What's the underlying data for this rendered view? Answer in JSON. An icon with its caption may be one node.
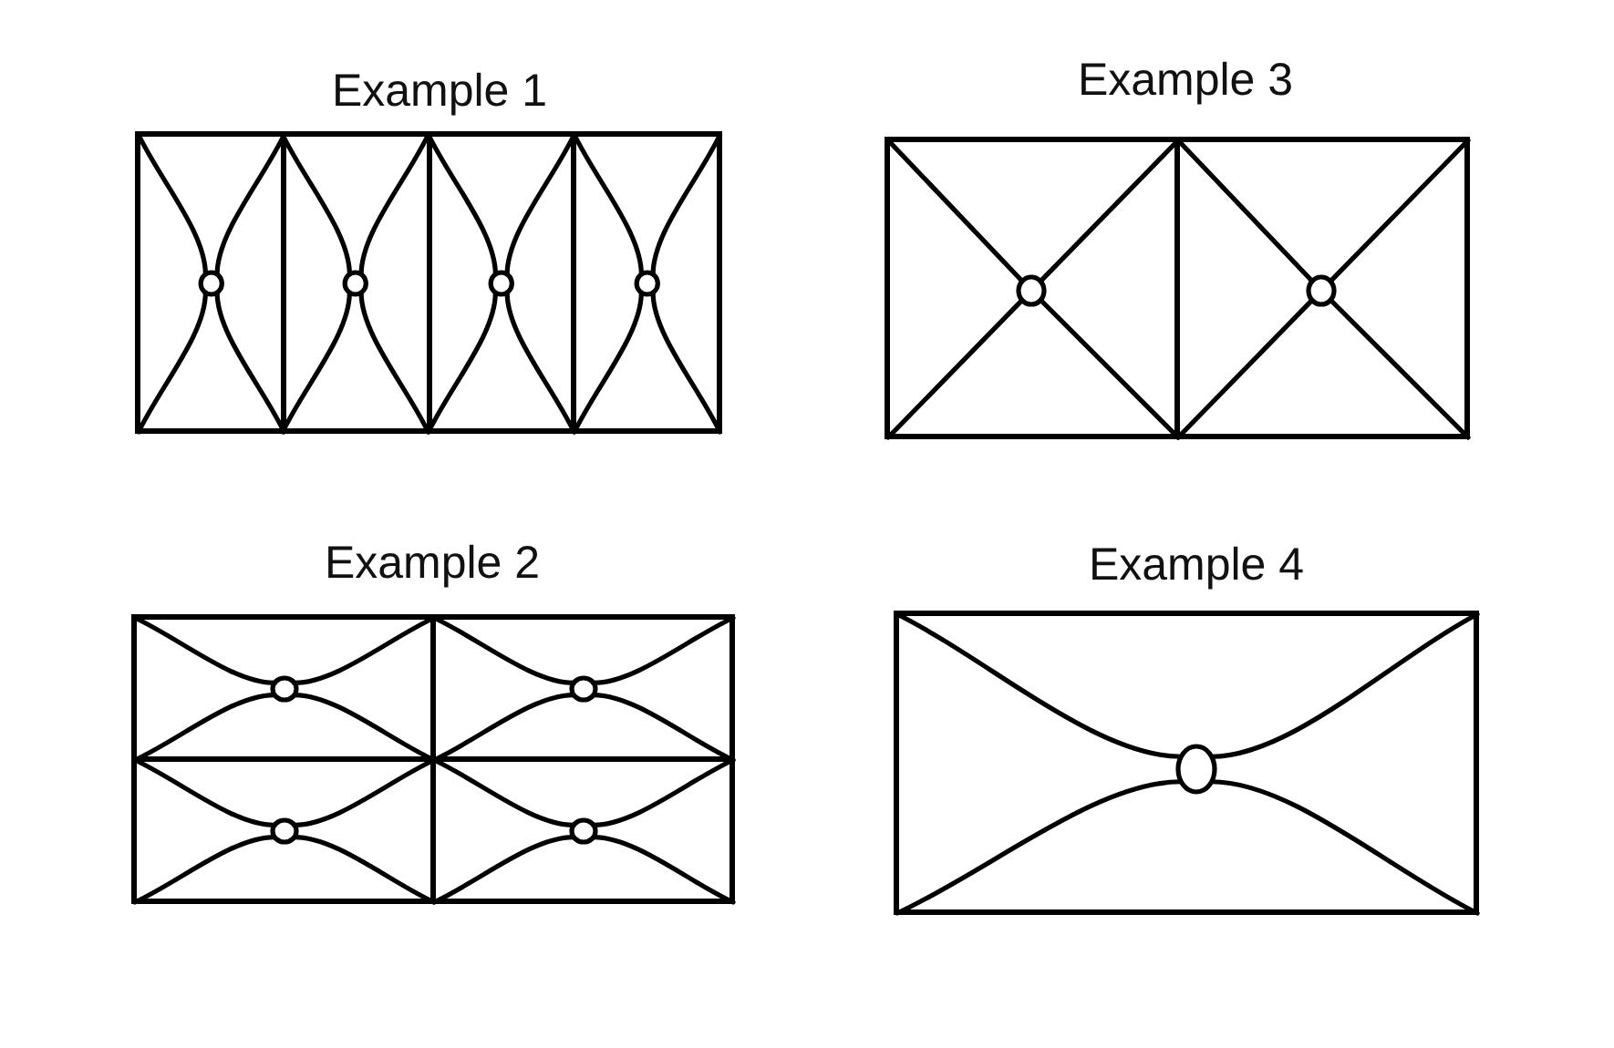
{
  "diagram": {
    "nodes": [
      {
        "text": [
          "Example 1"
        ]
      },
      {
        "text": [],
        "shape": "box",
        "in": 0
      },
      {
        "text": [],
        "shape": "box",
        "in": 0
      },
      {
        "text": [],
        "shape": "box",
        "in": 0
      },
      {
        "text": [],
        "shape": "box",
        "in": 0
      },
      {
        "text": [
          "Example 3"
        ]
      },
      {
        "text": [],
        "shape": "box",
        "in": 5
      },
      {
        "text": [],
        "shape": "box",
        "in": 5
      },
      {
        "text": [
          "Example 2"
        ]
      },
      {
        "text": [],
        "shape": "box",
        "in": 8
      },
      {
        "text": [],
        "shape": "box",
        "in": 8
      },
      {
        "text": [],
        "shape": "box",
        "in": 8
      },
      {
        "text": [],
        "shape": "box",
        "in": 8
      },
      {
        "text": [
          "Example 4"
        ]
      }
    ]
  }
}
